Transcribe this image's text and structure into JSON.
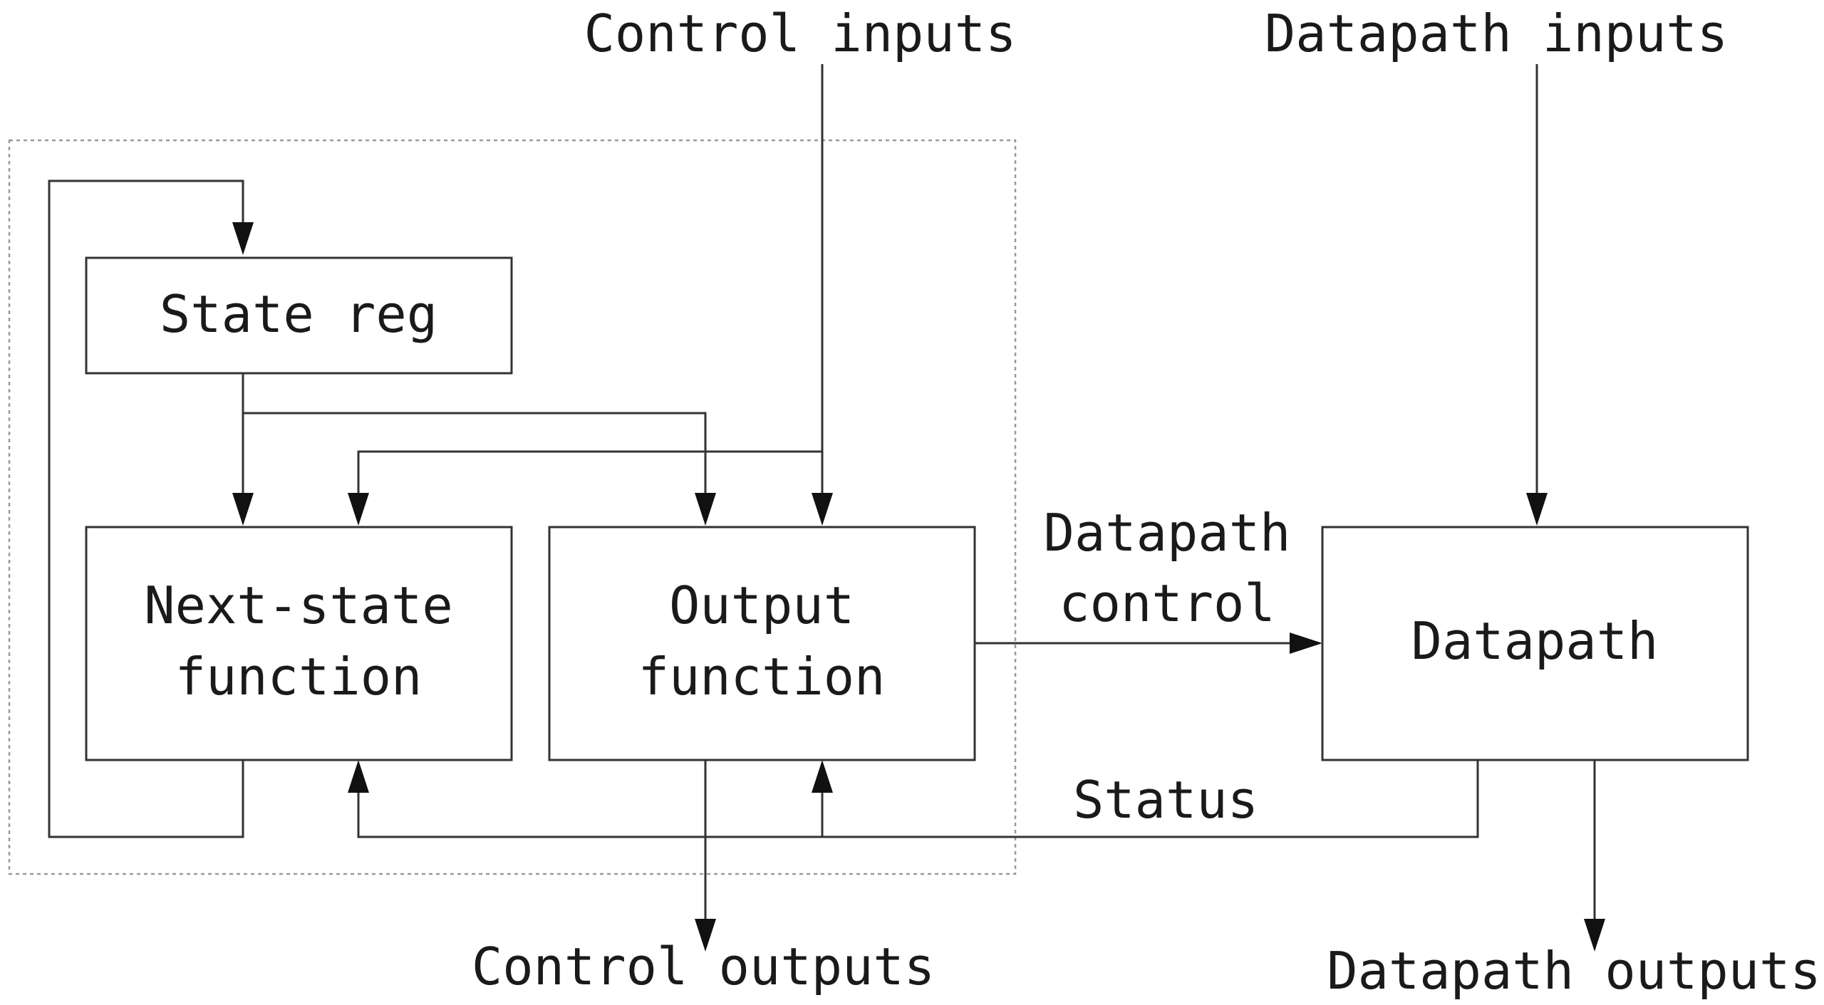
{
  "blocks": {
    "state_reg": "State reg",
    "next_state_line1": "Next-state",
    "next_state_line2": "function",
    "output_line1": "Output",
    "output_line2": "function",
    "datapath": "Datapath"
  },
  "labels": {
    "control_inputs": "Control inputs",
    "datapath_inputs": "Datapath inputs",
    "datapath_control_line1": "Datapath",
    "datapath_control_line2": "control",
    "status": "Status",
    "control_outputs": "Control outputs",
    "datapath_outputs": "Datapath outputs"
  },
  "colors": {
    "line": "#333333",
    "text": "#1a1a1a",
    "dotted_boundary": "#9a9a9a"
  }
}
